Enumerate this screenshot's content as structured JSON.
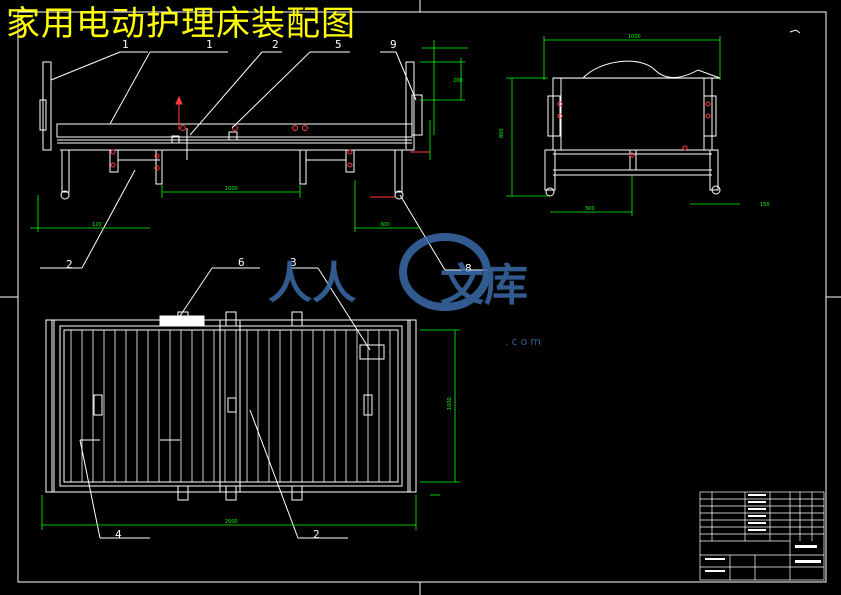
{
  "drawing": {
    "title": "家用电动护理床装配图",
    "colors": {
      "background": "#000000",
      "frame": "#ffffff",
      "part": "#ffffff",
      "dimension": "#00ff00",
      "highlight": "#ff0000",
      "title": "#ffff00",
      "watermark": "#3a6aa8"
    }
  },
  "callouts": {
    "c1a": "1",
    "c1b": "1",
    "c2a": "2",
    "c5": "5",
    "c9": "9",
    "c2": "2",
    "c8": "8",
    "c6": "6",
    "c3": "3",
    "c4": "4",
    "c2b": "2"
  },
  "watermark": {
    "text1": "人人",
    "text2": "文库",
    "url": ".com"
  }
}
